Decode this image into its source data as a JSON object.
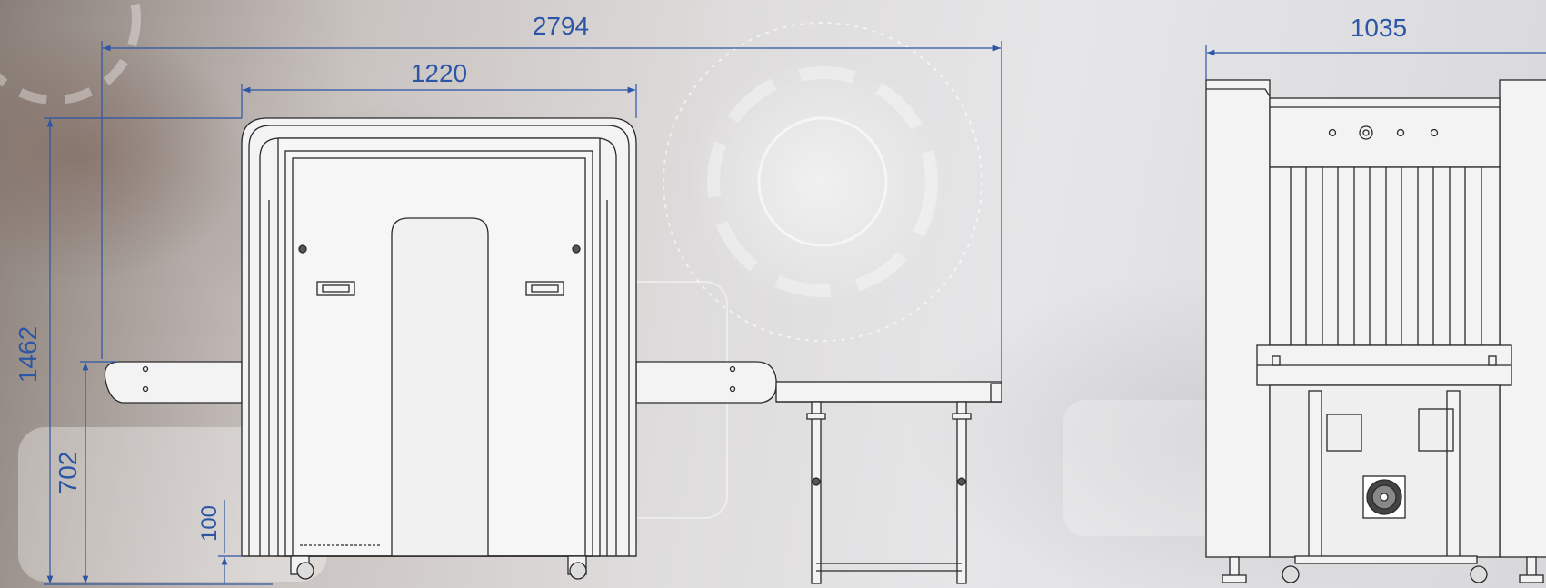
{
  "dimensions": {
    "overall_length": "2794",
    "tunnel_width": "1220",
    "overall_height": "1462",
    "conveyor_height": "702",
    "ground_clearance": "100",
    "overall_depth": "1035"
  },
  "colors": {
    "dimension_line": "#2c55a6",
    "drawing_line": "#2a2a2a",
    "machine_fill": "#f3f3f3"
  }
}
